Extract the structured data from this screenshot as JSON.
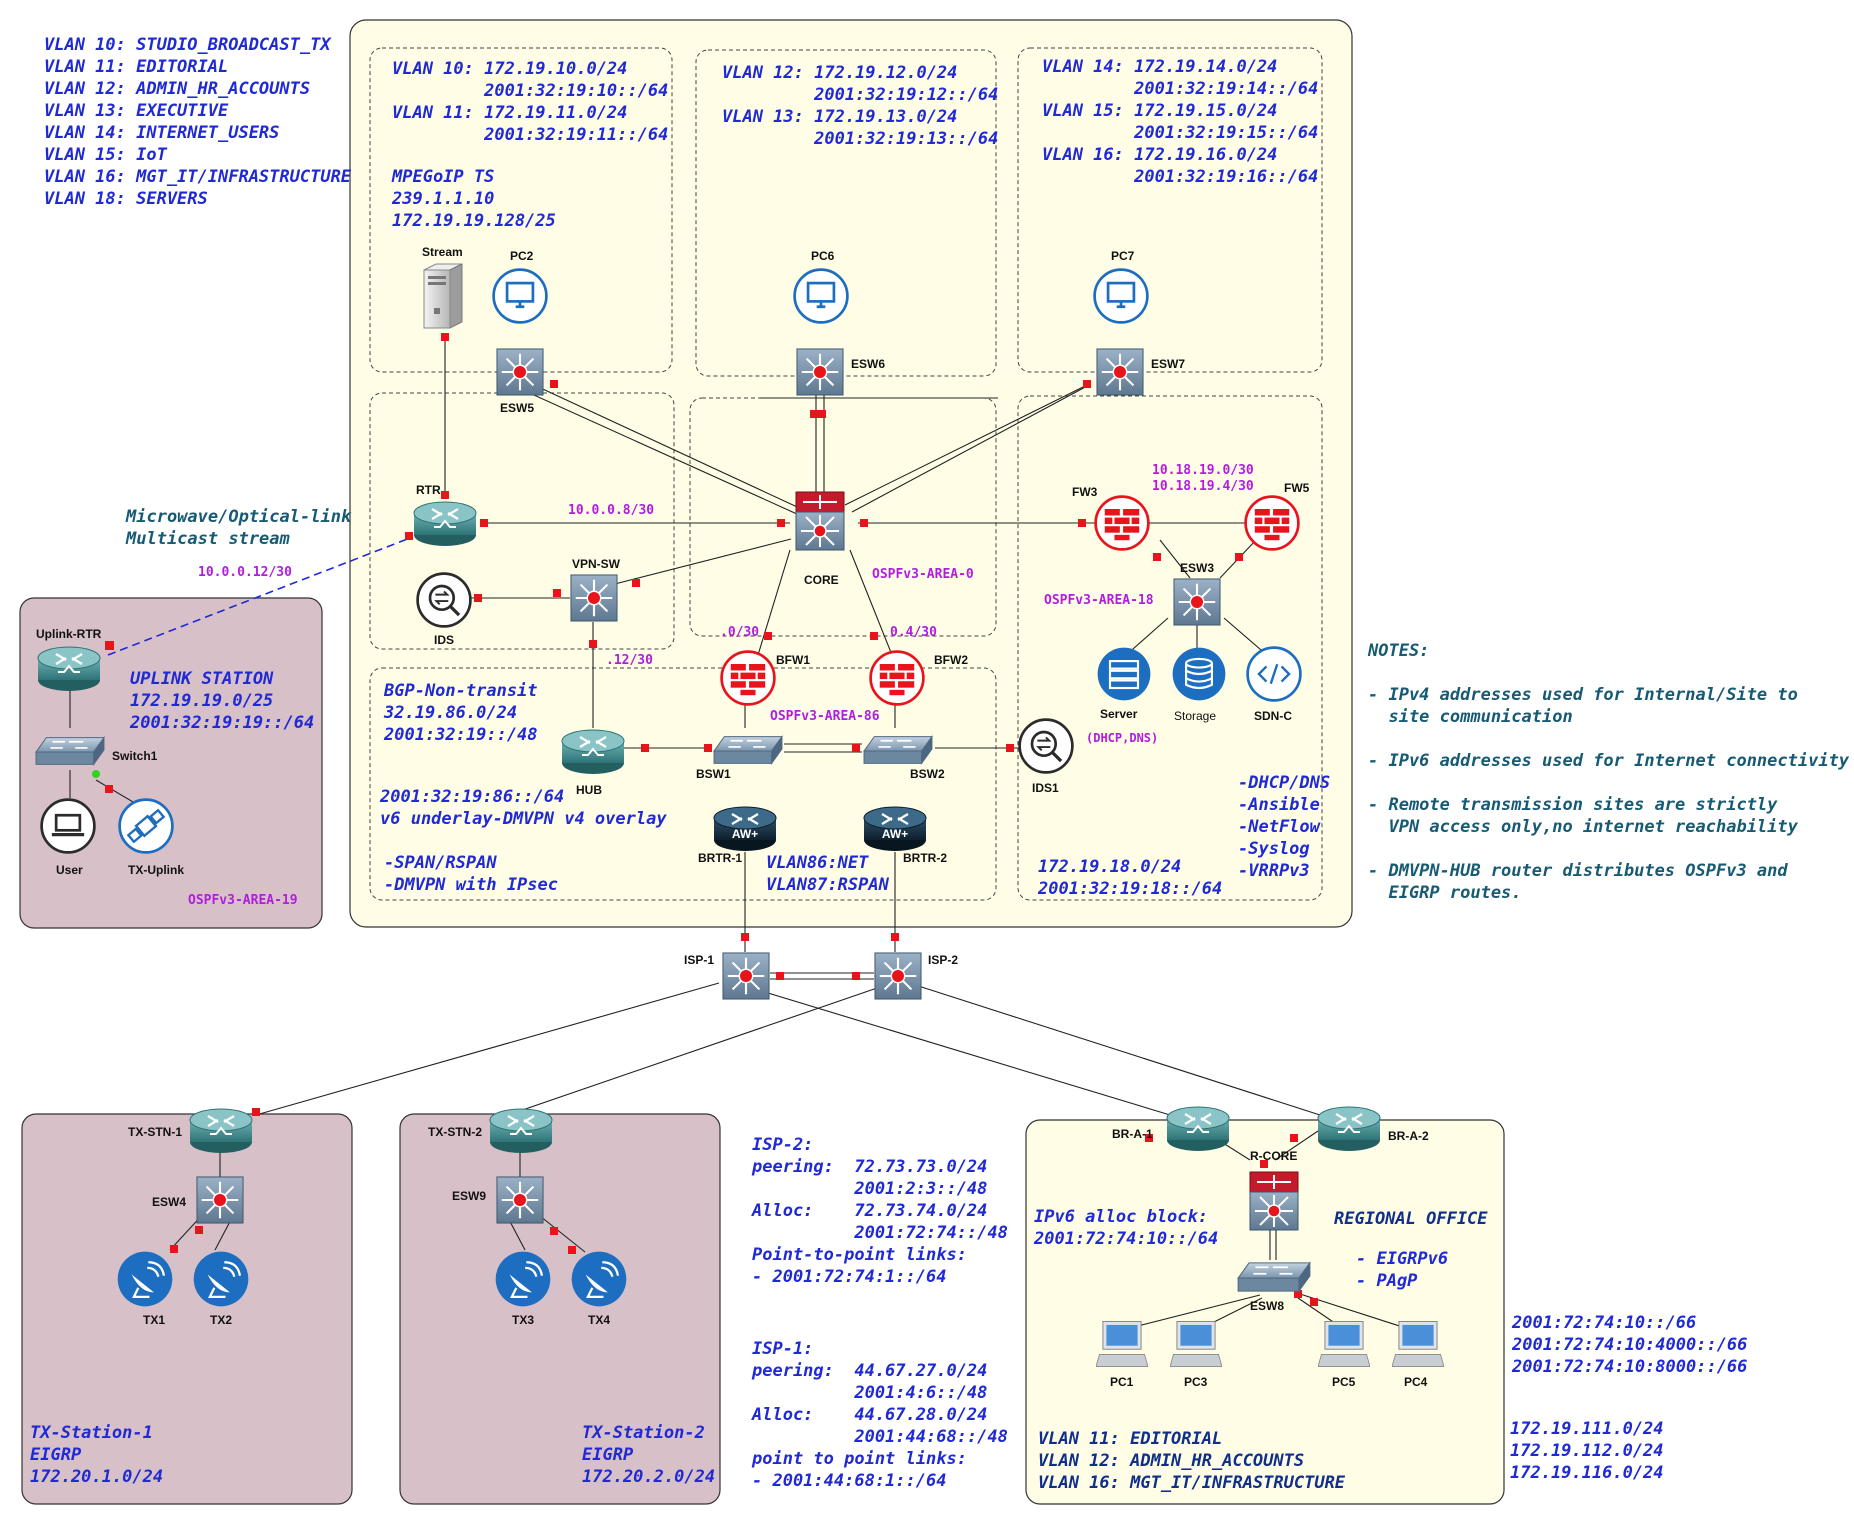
{
  "legend": {
    "vlans": [
      "VLAN 10: STUDIO_BROADCAST_TX",
      "VLAN 11: EDITORIAL",
      "VLAN 12: ADMIN_HR_ACCOUNTS",
      "VLAN 13: EXECUTIVE",
      "VLAN 14: INTERNET_USERS",
      "VLAN 15: IoT",
      "VLAN 16: MGT_IT/INFRASTRUCTURE",
      "VLAN 18: SERVERS"
    ]
  },
  "zones": {
    "vlan10_11": [
      "VLAN 10: 172.19.10.0/24",
      "         2001:32:19:10::/64",
      "VLAN 11: 172.19.11.0/24",
      "         2001:32:19:11::/64"
    ],
    "mpeg": [
      "MPEGoIP TS",
      "239.1.1.10",
      "172.19.19.128/25"
    ],
    "vlan12_13": [
      "VLAN 12: 172.19.12.0/24",
      "         2001:32:19:12::/64",
      "VLAN 13: 172.19.13.0/24",
      "         2001:32:19:13::/64"
    ],
    "vlan14_16": [
      "VLAN 14: 172.19.14.0/24",
      "         2001:32:19:14::/64",
      "VLAN 15: 172.19.15.0/24",
      "         2001:32:19:15::/64",
      "VLAN 16: 172.19.16.0/24",
      "         2001:32:19:16::/64"
    ],
    "bgp": [
      "BGP-Non-transit",
      "32.19.86.0/24",
      "2001:32:19::/48"
    ],
    "dmvpn": [
      "2001:32:19:86::/64",
      "v6 underlay-DMVPN v4 overlay",
      "",
      "-SPAN/RSPAN",
      "-DMVPN with IPsec"
    ],
    "vlan86": [
      "VLAN86:NET",
      "VLAN87:RSPAN"
    ],
    "services": [
      "-DHCP/DNS",
      "-Ansible",
      "-NetFlow",
      "-Syslog",
      "-VRRPv3"
    ],
    "servers_net": [
      "172.19.18.0/24",
      "2001:32:19:18::/64"
    ]
  },
  "microwave": [
    "Microwave/Optical-link",
    "Multicast stream"
  ],
  "uplink": [
    "UPLINK STATION",
    "172.19.19.0/25",
    "2001:32:19:19::/64"
  ],
  "notes": [
    "NOTES:",
    "",
    "- IPv4 addresses used for Internal/Site to",
    "  site communication",
    "",
    "- IPv6 addresses used for Internet connectivity",
    "",
    "- Remote transmission sites are strictly",
    "  VPN access only,no internet reachability",
    "",
    "- DMVPN-HUB router distributes OSPFv3 and",
    "  EIGRP routes."
  ],
  "subnets": {
    "s10_0_0_8": "10.0.0.8/30",
    "s10_0_0_12": "10.0.0.12/30",
    "fw_links": [
      "10.18.19.0/30",
      "10.18.19.4/30"
    ],
    "s0_30": ".0/30",
    "s4_30": "0.4/30",
    "s12_30": ".12/30"
  },
  "areas": {
    "area0": "OSPFv3-AREA-0",
    "area18": "OSPFv3-AREA-18",
    "area86": "OSPFv3-AREA-86",
    "area19": "OSPFv3-AREA-19"
  },
  "isp2": [
    "ISP-2:",
    "peering:  72.73.73.0/24",
    "          2001:2:3::/48",
    "Alloc:    72.73.74.0/24",
    "          2001:72:74::/48",
    "Point-to-point links:",
    "- 2001:72:74:1::/64"
  ],
  "isp1": [
    "ISP-1:",
    "peering:  44.67.27.0/24",
    "          2001:4:6::/48",
    "Alloc:    44.67.28.0/24",
    "          2001:44:68::/48",
    "point to point links:",
    "- 2001:44:68:1::/64"
  ],
  "tx1": [
    "TX-Station-1",
    "EIGRP",
    "172.20.1.0/24"
  ],
  "tx2": [
    "TX-Station-2",
    "EIGRP",
    "172.20.2.0/24"
  ],
  "regional": {
    "alloc": [
      "IPv6 alloc block:",
      "2001:72:74:10::/64"
    ],
    "title": "REGIONAL OFFICE",
    "protocols": [
      "- EIGRPv6",
      "- PAgP"
    ],
    "vlans": [
      "VLAN 11: EDITORIAL",
      "VLAN 12: ADMIN_HR_ACCOUNTS",
      "VLAN 16: MGT_IT/INFRASTRUCTURE"
    ]
  },
  "regional_v6": [
    "2001:72:74:10::/66",
    "2001:72:74:10:4000::/66",
    "2001:72:74:10:8000::/66"
  ],
  "regional_v4": [
    "172.19.111.0/24",
    "172.19.112.0/24",
    "172.19.116.0/24"
  ],
  "devices": {
    "stream": "Stream",
    "pc2": "PC2",
    "pc6": "PC6",
    "pc7": "PC7",
    "esw5": "ESW5",
    "esw6": "ESW6",
    "esw7": "ESW7",
    "rtr": "RTR",
    "core": "CORE",
    "vpnsw": "VPN-SW",
    "ids": "IDS",
    "fw3": "FW3",
    "fw5": "FW5",
    "esw3": "ESW3",
    "server": "Server",
    "server_sub": "(DHCP,DNS)",
    "storage": "Storage",
    "sdnc": "SDN-C",
    "bfw1": "BFW1",
    "bfw2": "BFW2",
    "hub": "HUB",
    "bsw1": "BSW1",
    "bsw2": "BSW2",
    "brtr1": "BRTR-1",
    "brtr2": "BRTR-2",
    "ids1": "IDS1",
    "isp1": "ISP-1",
    "isp2": "ISP-2",
    "uplink_rtr": "Uplink-RTR",
    "switch1": "Switch1",
    "user": "User",
    "tx_uplink": "TX-Uplink",
    "txstn1": "TX-STN-1",
    "txstn2": "TX-STN-2",
    "esw4": "ESW4",
    "esw9": "ESW9",
    "tx1": "TX1",
    "tx2": "TX2",
    "tx3": "TX3",
    "tx4": "TX4",
    "bra1": "BR-A-1",
    "bra2": "BR-A-2",
    "rcore": "R-CORE",
    "esw8": "ESW8",
    "pc1": "PC1",
    "pc3": "PC3",
    "pc5": "PC5",
    "pc4": "PC4"
  }
}
